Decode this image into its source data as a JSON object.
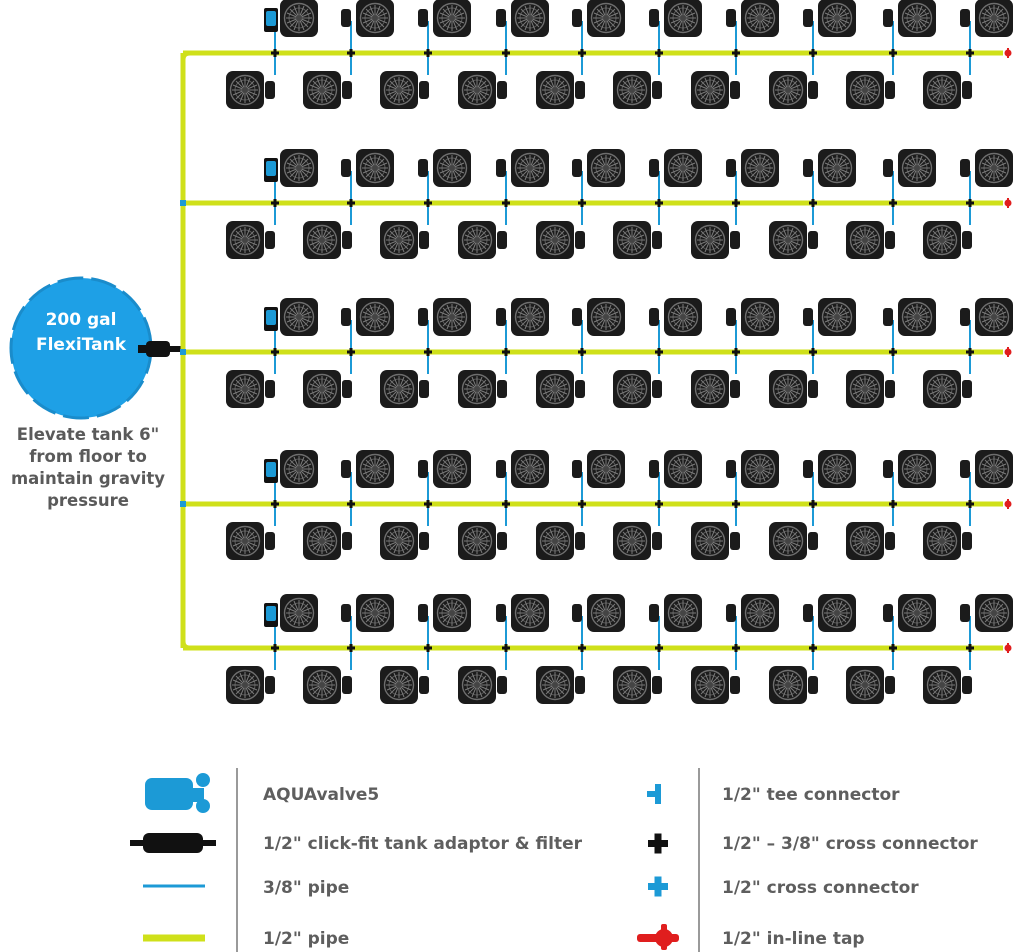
{
  "tank": {
    "volume": "200 gal",
    "name": "FlexiTank",
    "note_lines": [
      "Elevate tank 6\"",
      "from floor to",
      "maintain gravity",
      "pressure"
    ]
  },
  "layout": {
    "rows": 5,
    "top_pots_per_row": 10,
    "bottom_pots_per_row": 10
  },
  "legend": {
    "left": [
      {
        "symbol": "aquavalve-icon",
        "label": "AQUAvalve5"
      },
      {
        "symbol": "tank-adaptor-icon",
        "label": "1/2\" click-fit tank adaptor & filter"
      },
      {
        "symbol": "pipe-3-8-icon",
        "label": "3/8\" pipe"
      },
      {
        "symbol": "pipe-1-2-icon",
        "label": "1/2\" pipe"
      }
    ],
    "right": [
      {
        "symbol": "tee-connector-icon",
        "label": "1/2\" tee connector"
      },
      {
        "symbol": "cross-connector-black-icon",
        "label": "1/2\" – 3/8\" cross connector"
      },
      {
        "symbol": "cross-connector-blue-icon",
        "label": "1/2\" cross connector"
      },
      {
        "symbol": "inline-tap-icon",
        "label": "1/2\" in-line tap"
      }
    ]
  },
  "colors": {
    "main_pipe": "#cfe01a",
    "small_pipe": "#1c9ad6",
    "tank": "#1ea0e6",
    "pot": "#1b1b1b",
    "tap": "#e01e1e",
    "text": "#5e5e5e"
  }
}
